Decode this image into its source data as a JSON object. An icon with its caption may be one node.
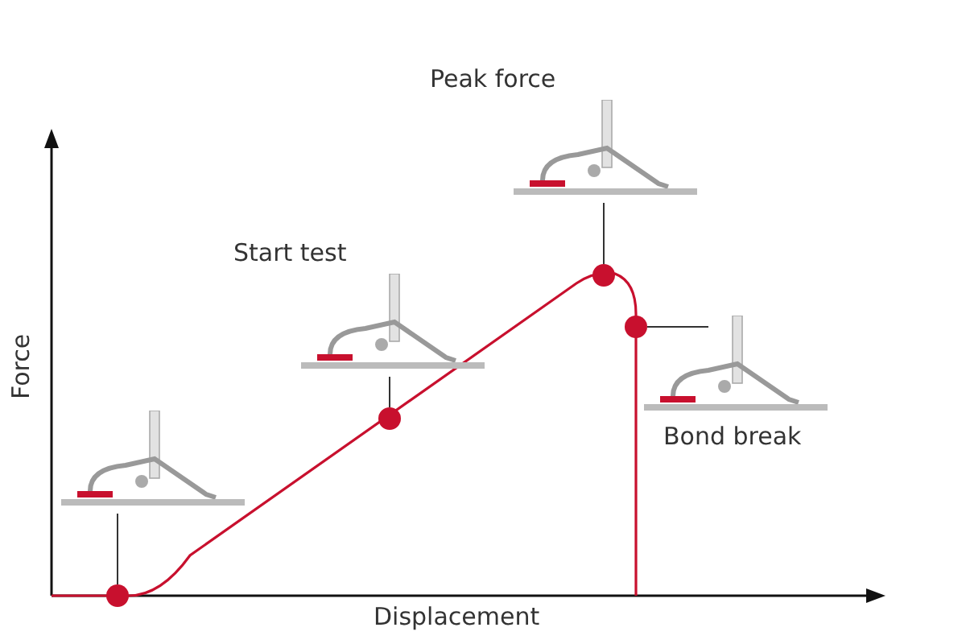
{
  "diagram": {
    "nodes": [
      {
        "text": [],
        "shape": "picture"
      },
      {
        "text": [
          "Start test"
        ]
      },
      {
        "text": [
          "Peak force"
        ]
      },
      {
        "text": [
          "Bond break"
        ]
      },
      {
        "text": [],
        "shape": "circle"
      },
      {
        "text": [],
        "shape": "circle"
      },
      {
        "text": [],
        "shape": "circle"
      },
      {
        "text": [],
        "shape": "circle"
      }
    ],
    "edges": [
      {
        "from": 0,
        "to": 4,
        "arrow": "none"
      },
      {
        "from": 1,
        "to": 5,
        "arrow": "none"
      },
      {
        "from": 2,
        "to": 6,
        "arrow": "none"
      },
      {
        "from": 3,
        "to": 7,
        "arrow": "none"
      }
    ],
    "labels": [
      "Force",
      "Displacement"
    ]
  }
}
